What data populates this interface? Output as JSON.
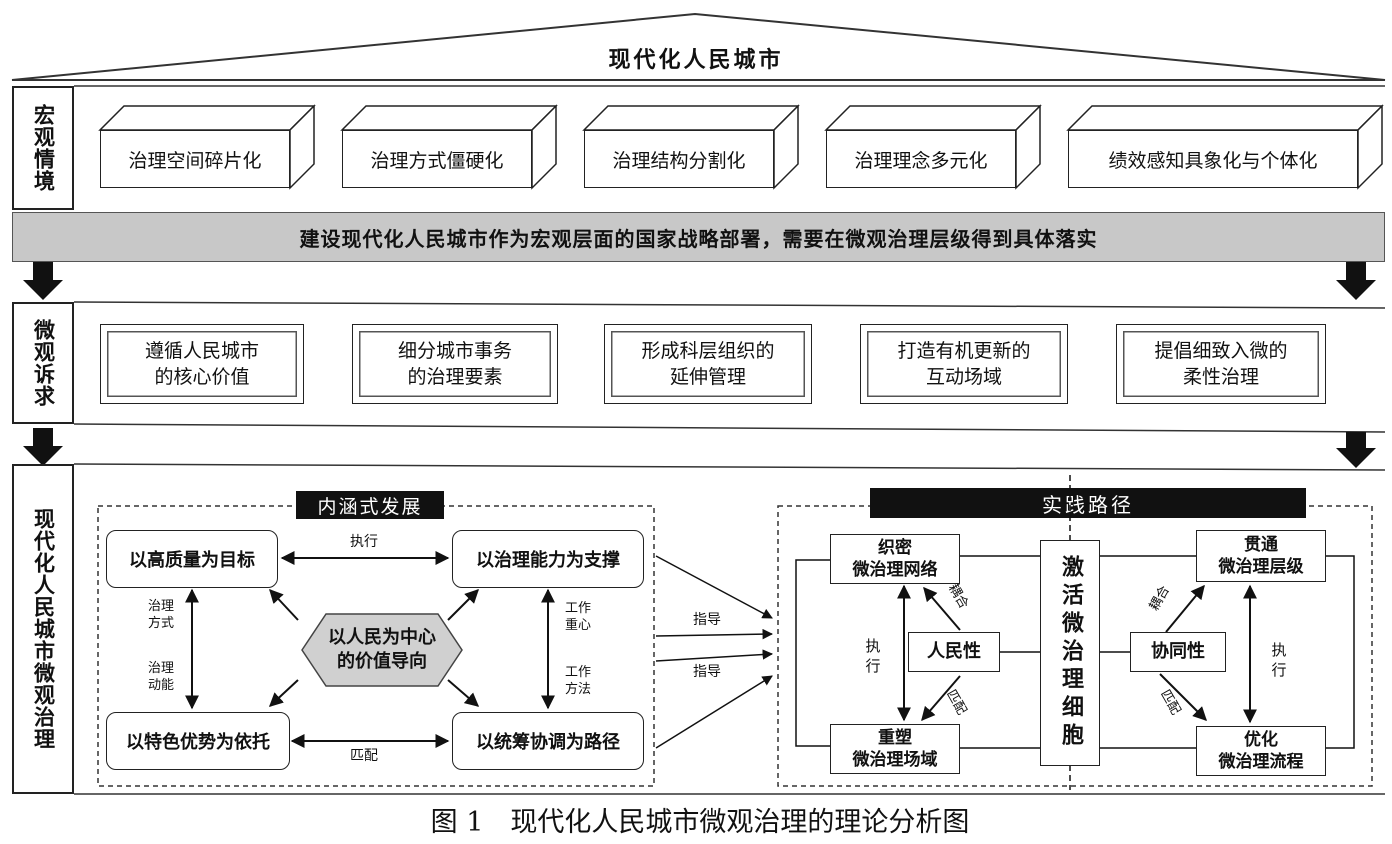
{
  "roof": {
    "title": "现代化人民城市"
  },
  "macro": {
    "label": "宏观情境",
    "boxes": [
      "治理空间碎片化",
      "治理方式僵硬化",
      "治理结构分割化",
      "治理理念多元化",
      "绩效感知具象化与个体化"
    ],
    "banner": "建设现代化人民城市作为宏观层面的国家战略部署，需要在微观治理层级得到具体落实"
  },
  "micro": {
    "label": "微观诉求",
    "boxes": [
      [
        "遵循人民城市",
        "的核心价值"
      ],
      [
        "细分城市事务",
        "的治理要素"
      ],
      [
        "形成科层组织的",
        "延伸管理"
      ],
      [
        "打造有机更新的",
        "互动场域"
      ],
      [
        "提倡细致入微的",
        "柔性治理"
      ]
    ]
  },
  "modern": {
    "label": "现代化人民城市微观治理",
    "left_panel": {
      "title": "内涵式发展",
      "top_left": "以高质量为目标",
      "top_right": "以治理能力为支撑",
      "bottom_left": "以特色优势为依托",
      "bottom_right": "以统筹协调为路径",
      "center": [
        "以人民为中心",
        "的价值导向"
      ],
      "edge_top": "执行",
      "edge_bottom": "匹配",
      "left_upper": [
        "治理",
        "方式"
      ],
      "left_lower": [
        "治理",
        "动能"
      ],
      "right_upper": [
        "工作",
        "重心"
      ],
      "right_lower": [
        "工作",
        "方法"
      ]
    },
    "guide_labels": [
      "指导",
      "指导"
    ],
    "right_panel": {
      "title": "实践路径",
      "box_tl": [
        "织密",
        "微治理网络"
      ],
      "box_bl": [
        "重塑",
        "微治理场域"
      ],
      "box_tr": [
        "贯通",
        "微治理层级"
      ],
      "box_br": [
        "优化",
        "微治理流程"
      ],
      "people": "人民性",
      "synergy": "协同性",
      "center_text": "激活微治理细胞",
      "left_exec": [
        "执",
        "行"
      ],
      "right_exec": [
        "执",
        "行"
      ],
      "ou_he": "耦合",
      "pi_pei": "匹配"
    }
  },
  "caption": "图 1　现代化人民城市微观治理的理论分析图"
}
